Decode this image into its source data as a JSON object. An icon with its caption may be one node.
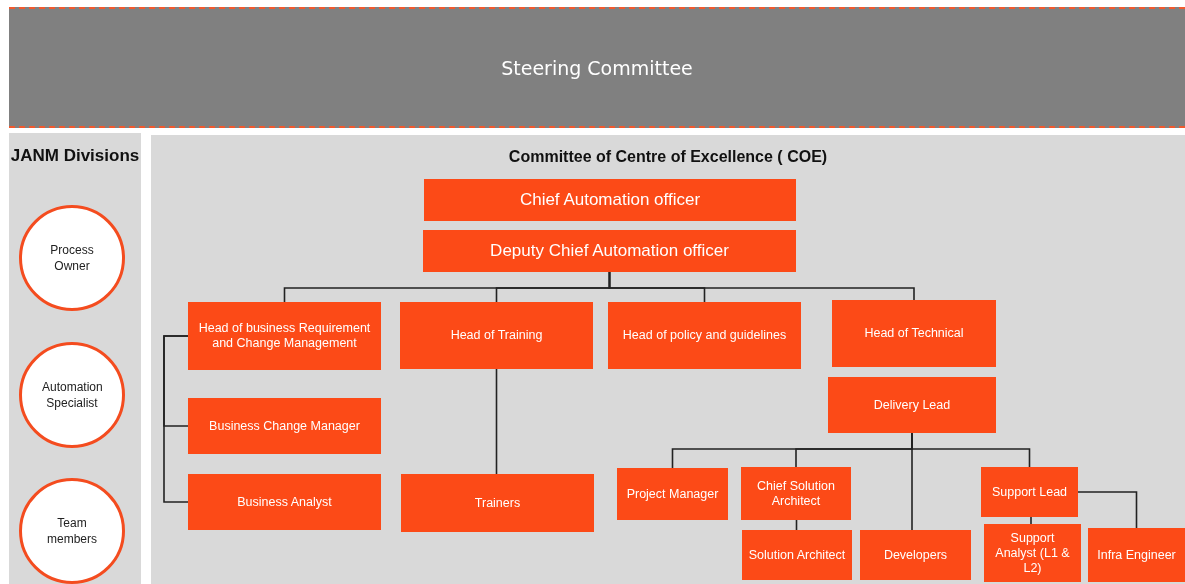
{
  "diagram": {
    "nodes": [
      {
        "text": [
          "Steering Committee"
        ]
      },
      {
        "text": [
          "JANM Divisions"
        ]
      },
      {
        "text": [
          "Process Owner"
        ],
        "in": 1
      },
      {
        "text": [
          "Automation Specialist"
        ],
        "in": 1
      },
      {
        "text": [
          "Team members"
        ],
        "in": 1
      },
      {
        "text": [
          "Committee of Centre of Excellence ( COE)"
        ]
      },
      {
        "text": [
          "Chief Automation officer"
        ],
        "in": 5
      },
      {
        "text": [
          "Deputy Chief Automation officer"
        ],
        "in": 5
      },
      {
        "text": [
          "Head of business Requirement and Change Management"
        ],
        "in": 5
      },
      {
        "text": [
          "Head of Training"
        ],
        "in": 5
      },
      {
        "text": [
          "Head of policy and guidelines"
        ],
        "in": 5
      },
      {
        "text": [
          "Head of Technical"
        ],
        "in": 5
      },
      {
        "text": [
          "Business Change Manager"
        ],
        "in": 5
      },
      {
        "text": [
          "Business Analyst"
        ],
        "in": 5
      },
      {
        "text": [
          "Trainers"
        ],
        "in": 5
      },
      {
        "text": [
          "Delivery Lead"
        ],
        "in": 5
      },
      {
        "text": [
          "Project Manager"
        ],
        "in": 5
      },
      {
        "text": [
          "Chief Solution Architect"
        ],
        "in": 5
      },
      {
        "text": [
          "Solution Architect"
        ],
        "in": 5
      },
      {
        "text": [
          "Developers"
        ],
        "in": 5
      },
      {
        "text": [
          "Support Lead"
        ],
        "in": 5
      },
      {
        "text": [
          "Support Analyst (L1 & L2)"
        ],
        "in": 5
      },
      {
        "text": [
          "Infra Engineer"
        ],
        "in": 5
      }
    ],
    "edges": [
      {
        "from": 7,
        "to": 8,
        "arrow": "none"
      },
      {
        "from": 7,
        "to": 9,
        "arrow": "none"
      },
      {
        "from": 7,
        "to": 10,
        "arrow": "none"
      },
      {
        "from": 7,
        "to": 11,
        "arrow": "none"
      },
      {
        "from": 8,
        "to": 12,
        "arrow": "none"
      },
      {
        "from": 8,
        "to": 13,
        "arrow": "none"
      },
      {
        "from": 9,
        "to": 14,
        "arrow": "none"
      },
      {
        "from": 15,
        "to": 16,
        "arrow": "none"
      },
      {
        "from": 15,
        "to": 17,
        "arrow": "none"
      },
      {
        "from": 15,
        "to": 19,
        "arrow": "none"
      },
      {
        "from": 15,
        "to": 20,
        "arrow": "none"
      },
      {
        "from": 17,
        "to": 18,
        "arrow": "none"
      },
      {
        "from": 20,
        "to": 21,
        "arrow": "none"
      },
      {
        "from": 20,
        "to": 22,
        "arrow": "none"
      }
    ]
  }
}
